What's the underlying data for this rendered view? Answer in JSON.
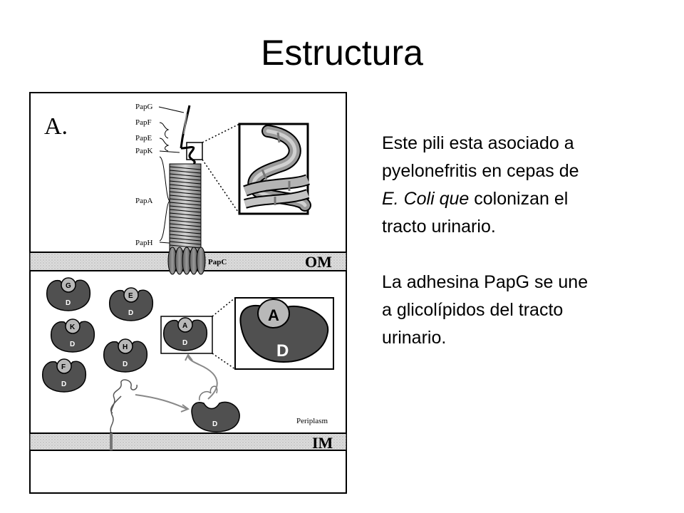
{
  "slide": {
    "title": "Estructura"
  },
  "figure": {
    "panel_label": "A.",
    "pilus_labels": [
      "PapG",
      "PapF",
      "PapE",
      "PapK",
      "PapA",
      "PapH"
    ],
    "usher_label": "PapC",
    "outer_membrane_label": "OM",
    "inner_membrane_label": "IM",
    "periplasm_label": "Periplasm",
    "complexes": [
      {
        "subunit": "G",
        "chaperone": "D"
      },
      {
        "subunit": "E",
        "chaperone": "D"
      },
      {
        "subunit": "K",
        "chaperone": "D"
      },
      {
        "subunit": "H",
        "chaperone": "D"
      },
      {
        "subunit": "F",
        "chaperone": "D"
      },
      {
        "subunit": "A",
        "chaperone": "D"
      }
    ],
    "free_chaperone_label": "D",
    "zoom_subunit": "A",
    "zoom_chaperone": "D"
  },
  "text": {
    "p1_line1": "Este pili esta asociado a",
    "p1_line2": "pyelonefritis en cepas de",
    "p1_italic": "E. Coli que",
    "p1_line3_rest": " colonizan el",
    "p1_line4": "tracto urinario.",
    "p2_line1": "La adhesina PapG se une",
    "p2_line2": "a glicolípidos del tracto",
    "p2_line3": "urinario."
  }
}
